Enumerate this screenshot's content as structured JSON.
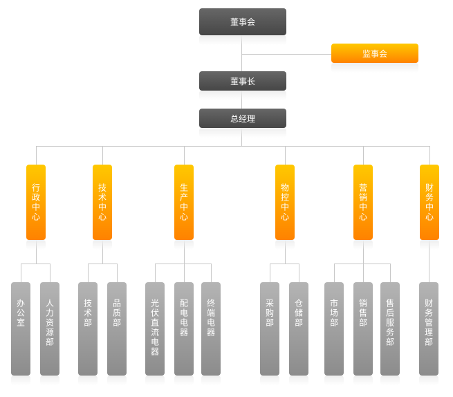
{
  "top": {
    "board": "董事会",
    "supervisors": "监事会",
    "chairman": "董事长",
    "gm": "总经理"
  },
  "centers": [
    {
      "label": "行政中心",
      "depts": [
        "办公室",
        "人力资源部"
      ]
    },
    {
      "label": "技术中心",
      "depts": [
        "技术部",
        "品质部"
      ]
    },
    {
      "label": "生产中心",
      "depts": [
        "光伏直流电器",
        "配电电器",
        "终端电器"
      ]
    },
    {
      "label": "物控中心",
      "depts": [
        "采购部",
        "仓储部"
      ]
    },
    {
      "label": "营销中心",
      "depts": [
        "市场部",
        "销售部",
        "售后服务部"
      ]
    },
    {
      "label": "财务中心",
      "depts": [
        "财务管理部"
      ]
    }
  ],
  "colors": {
    "dark": "#4f4f4f",
    "orange": "#ffa000",
    "gray": "#a0a0a0",
    "line": "#c8c8c8"
  }
}
